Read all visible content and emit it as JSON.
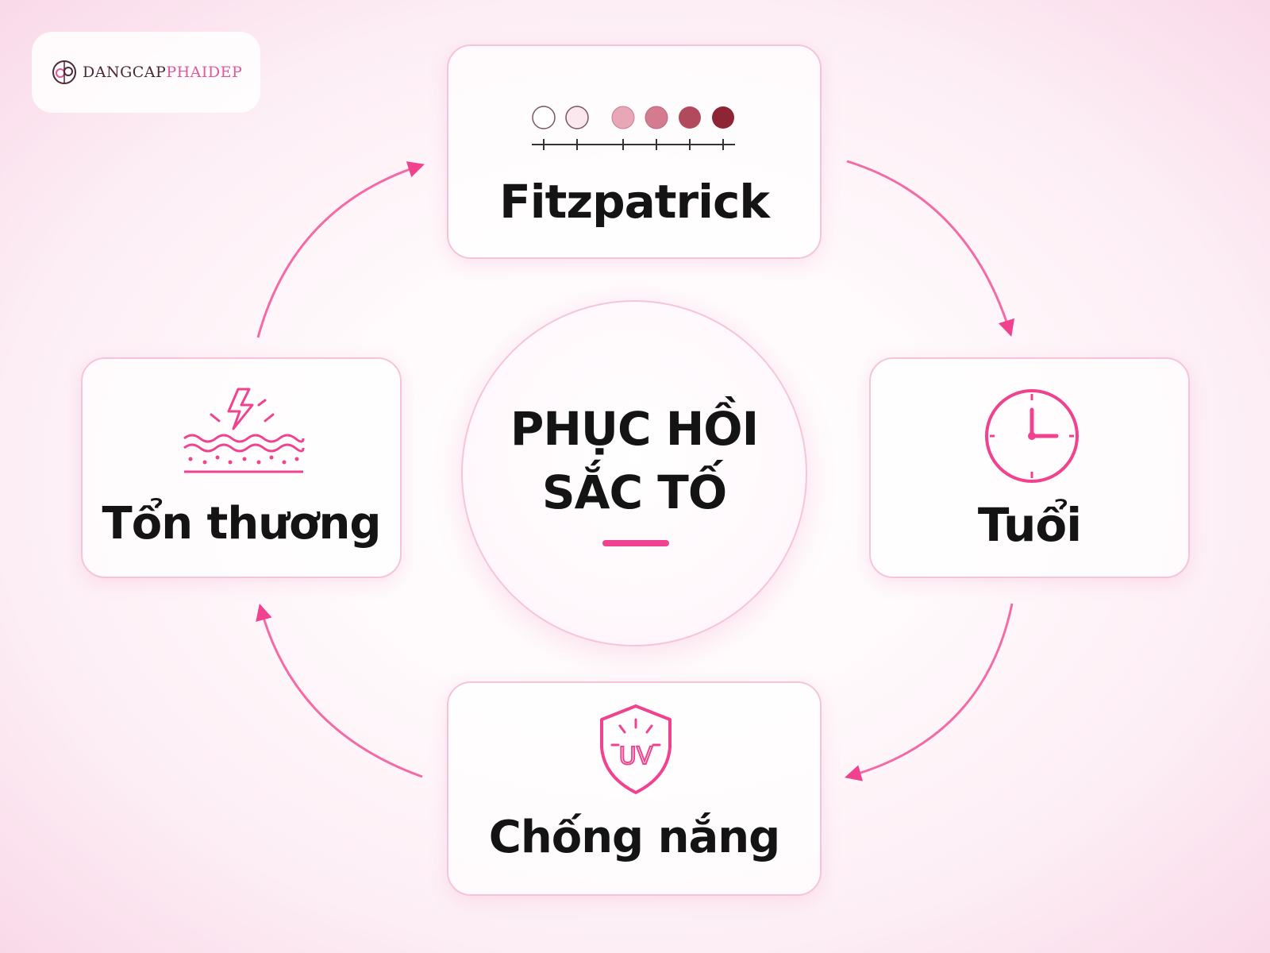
{
  "brand": {
    "name_part1": "DANGCAP",
    "name_part2": "PHAIDEP"
  },
  "center": {
    "line1": "PHỤC HỒI",
    "line2": "SẮC TỐ"
  },
  "cards": {
    "fitzpatrick": {
      "label": "Fitzpatrick",
      "icon": "skin-tone-scale-icon"
    },
    "tuoi": {
      "label": "Tuổi",
      "icon": "clock-icon"
    },
    "chong_nang": {
      "label": "Chống nắng",
      "icon": "uv-shield-icon"
    },
    "ton_thuong": {
      "label": "Tổn thương",
      "icon": "skin-damage-icon"
    }
  },
  "flow": [
    "Fitzpatrick",
    "Tuổi",
    "Chống nắng",
    "Tổn thương"
  ],
  "colors": {
    "accent": "#f0428f",
    "card_border": "#f6c4da",
    "skin_tones": [
      "#ffffff",
      "#fbe8ee",
      "#e9a6b6",
      "#d47b90",
      "#b24a5e",
      "#8e2535"
    ]
  }
}
